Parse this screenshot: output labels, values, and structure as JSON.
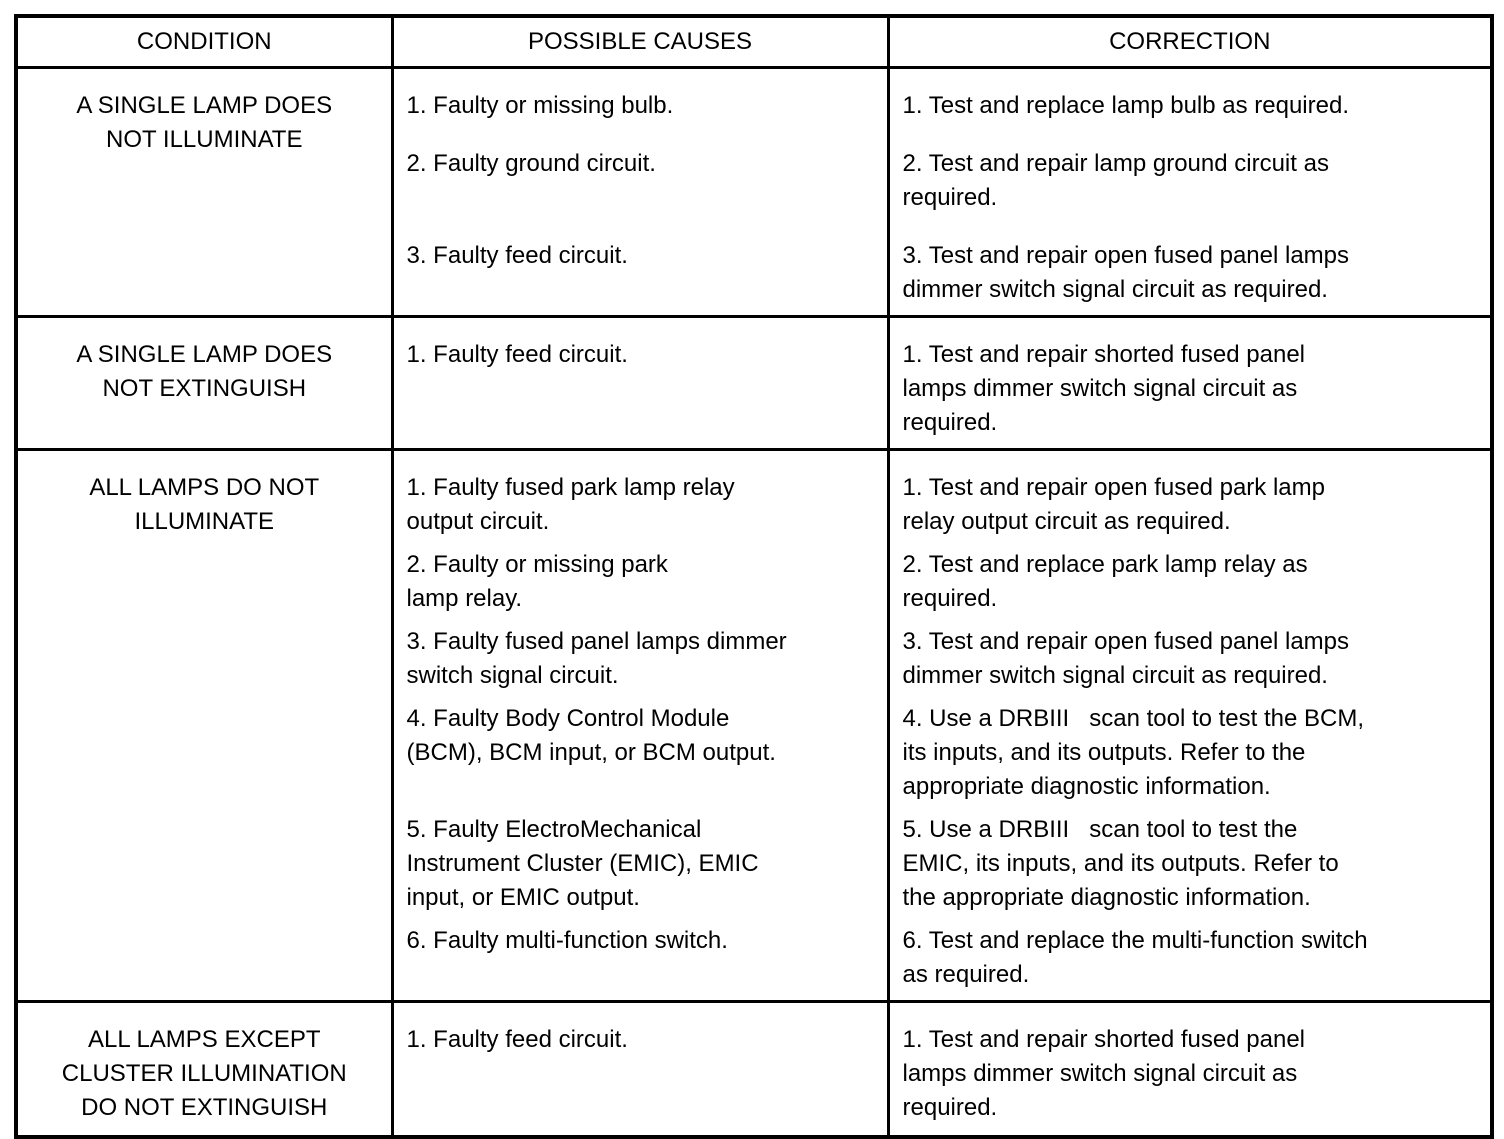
{
  "page": {
    "background": "#ffffff",
    "line_color": "#000000"
  },
  "table": {
    "headers": [
      "CONDITION",
      "POSSIBLE CAUSES",
      "CORRECTION"
    ],
    "rows": [
      {
        "condition": "A SINGLE LAMP DOES\nNOT ILLUMINATE",
        "items": [
          {
            "cause": "1. Faulty or missing bulb.",
            "correction": "1. Test and replace lamp bulb as required."
          },
          {
            "cause": "2. Faulty ground circuit.",
            "correction": "2. Test and repair lamp ground circuit as\nrequired."
          },
          {
            "cause": "3. Faulty feed circuit.",
            "correction": "3. Test and repair open fused panel lamps\ndimmer switch signal circuit as required."
          }
        ]
      },
      {
        "condition": "A SINGLE LAMP DOES\nNOT EXTINGUISH",
        "items": [
          {
            "cause": "1. Faulty feed circuit.",
            "correction": "1. Test and repair shorted fused panel\nlamps dimmer switch signal circuit as\nrequired."
          }
        ]
      },
      {
        "condition": "ALL LAMPS DO NOT\nILLUMINATE",
        "items": [
          {
            "cause": "1. Faulty fused park lamp relay\noutput circuit.",
            "correction": "1. Test and repair open fused park lamp\nrelay output circuit as required."
          },
          {
            "cause": "2. Faulty or missing park\nlamp relay.",
            "correction": "2. Test and replace park lamp relay as\nrequired."
          },
          {
            "cause": "3. Faulty fused panel lamps dimmer\nswitch signal circuit.",
            "correction": "3. Test and repair open fused panel lamps\ndimmer switch signal circuit as required."
          },
          {
            "cause": "4. Faulty Body Control Module\n(BCM), BCM input, or BCM output.",
            "correction": "4. Use a DRBIII   scan tool to test the BCM,\nits inputs, and its outputs. Refer to the\nappropriate diagnostic information."
          },
          {
            "cause": "5. Faulty ElectroMechanical\nInstrument Cluster (EMIC), EMIC\ninput, or EMIC output.",
            "correction": "5. Use a DRBIII   scan tool to test the\nEMIC, its inputs, and its outputs. Refer to\nthe appropriate diagnostic information."
          },
          {
            "cause": "6. Faulty multi-function switch.",
            "correction": "6. Test and replace the multi-function switch\nas required."
          }
        ]
      },
      {
        "condition": "ALL LAMPS EXCEPT\nCLUSTER ILLUMINATION\nDO NOT EXTINGUISH",
        "items": [
          {
            "cause": "1. Faulty feed circuit.",
            "correction": "1. Test and repair shorted fused panel\nlamps dimmer switch signal circuit as\nrequired."
          }
        ]
      }
    ]
  }
}
